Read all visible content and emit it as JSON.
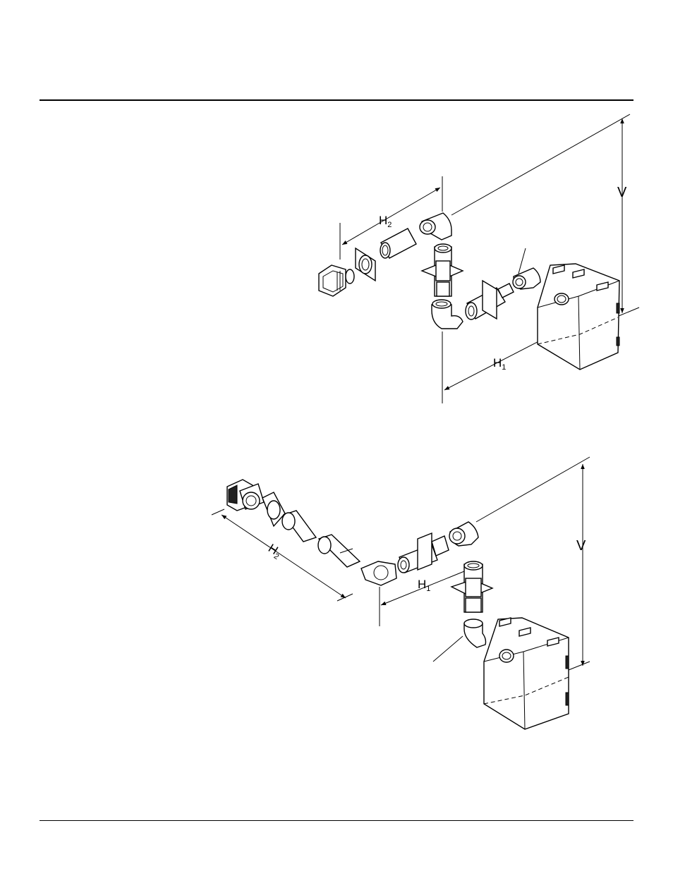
{
  "figure_top": {
    "dimension_labels": {
      "h2": "H",
      "h2_sub": "2",
      "h1": "H",
      "h1_sub": "1",
      "v": "V"
    }
  },
  "figure_bottom": {
    "dimension_labels": {
      "h2": "H",
      "h2_sub": "2",
      "h1": "H",
      "h1_sub": "1",
      "v": "V"
    }
  }
}
